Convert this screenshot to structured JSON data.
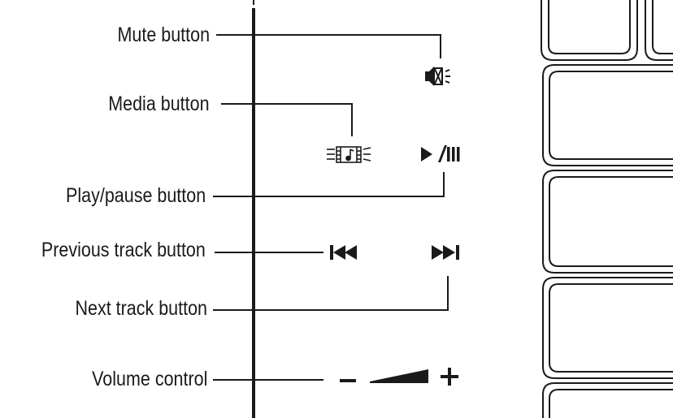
{
  "callouts": [
    {
      "id": "mute",
      "label": "Mute button",
      "icon": "mute-icon"
    },
    {
      "id": "media",
      "label": "Media button",
      "icon": "media-icon"
    },
    {
      "id": "play-pause",
      "label": "Play/pause button",
      "icon": "play-pause-icon"
    },
    {
      "id": "previous",
      "label": "Previous track button",
      "icon": "previous-track-icon"
    },
    {
      "id": "next",
      "label": "Next track button",
      "icon": "next-track-icon"
    },
    {
      "id": "volume",
      "label": "Volume control",
      "icon": "volume-slider-icon"
    }
  ],
  "volume_symbols": {
    "minus": "–",
    "plus": "+"
  },
  "colors": {
    "ink": "#1a1a1a",
    "background": "#ffffff"
  }
}
